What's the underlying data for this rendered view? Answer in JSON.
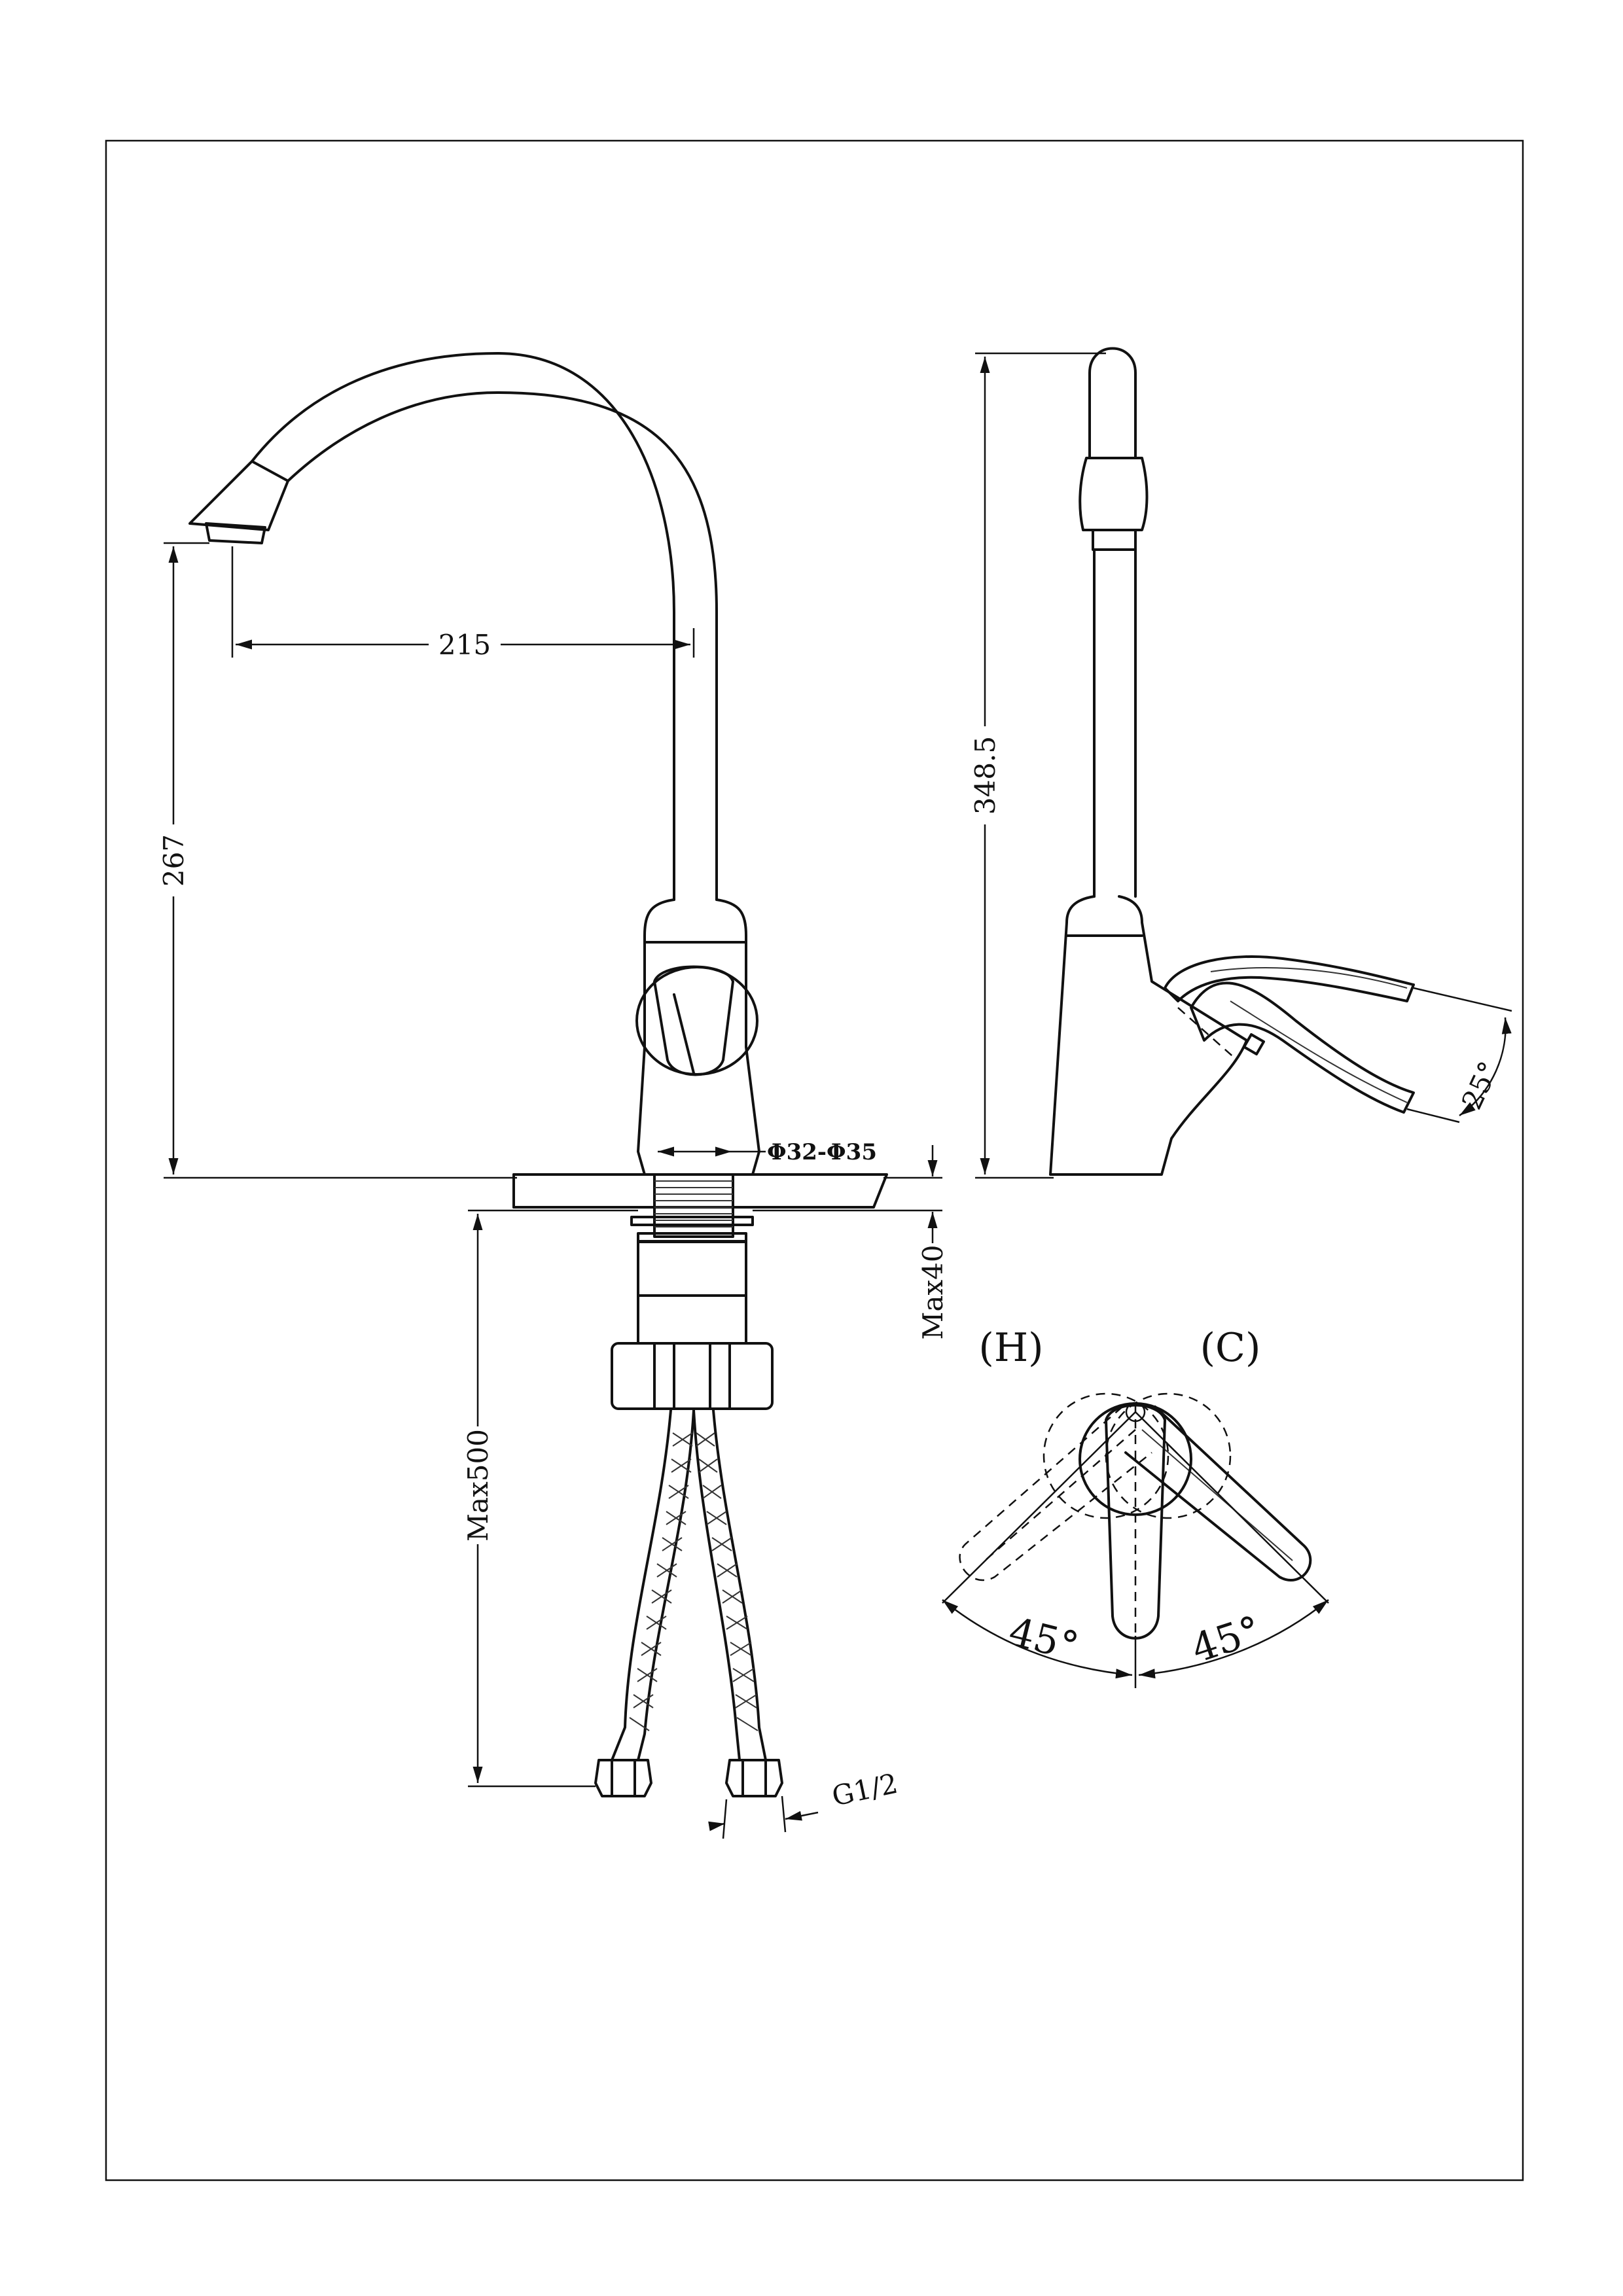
{
  "dimensions": {
    "spout_reach": "215",
    "spout_height": "267",
    "total_height": "348.5",
    "hole_diameter": "Φ32-Φ35",
    "max_deck_thickness": "Max40",
    "hose_length": "Max500",
    "thread": "G1/2",
    "lever_tilt": "25°"
  },
  "rotation": {
    "hot_label": "(H)",
    "cold_label": "(C)",
    "hot_angle": "45°",
    "cold_angle": "45°"
  }
}
